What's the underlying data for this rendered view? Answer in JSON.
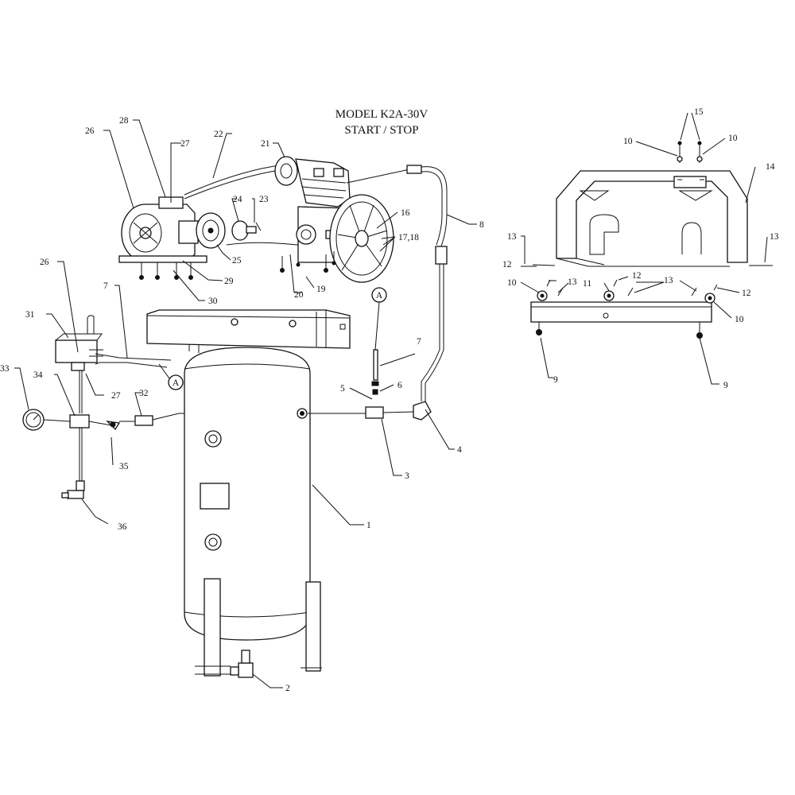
{
  "title": {
    "line1": "MODEL K2A-30V",
    "line2": "START /  STOP"
  },
  "callouts": {
    "c1": "1",
    "c2": "2",
    "c3": "3",
    "c4": "4",
    "c5": "5",
    "c6": "6",
    "c7a": "7",
    "c7b": "7",
    "c8": "8",
    "c9a": "9",
    "c9b": "9",
    "c10a": "10",
    "c10b": "10",
    "c10c": "10",
    "c10d": "10",
    "c11": "11",
    "c12a": "12",
    "c12b": "12",
    "c12c": "12",
    "c13a": "13",
    "c13b": "13",
    "c13c": "13",
    "c13d": "13",
    "c14": "14",
    "c15": "15",
    "c16": "16",
    "c1718": "17,18",
    "c19": "19",
    "c20": "20",
    "c21": "21",
    "c22": "22",
    "c23": "23",
    "c24": "24",
    "c25": "25",
    "c26a": "26",
    "c26b": "26",
    "c27a": "27",
    "c27b": "27",
    "c28": "28",
    "c29": "29",
    "c30": "30",
    "c31": "31",
    "c32": "32",
    "c33": "33",
    "c34": "34",
    "c35": "35",
    "c36": "36"
  },
  "connector": {
    "a1": "A",
    "a2": "A"
  }
}
